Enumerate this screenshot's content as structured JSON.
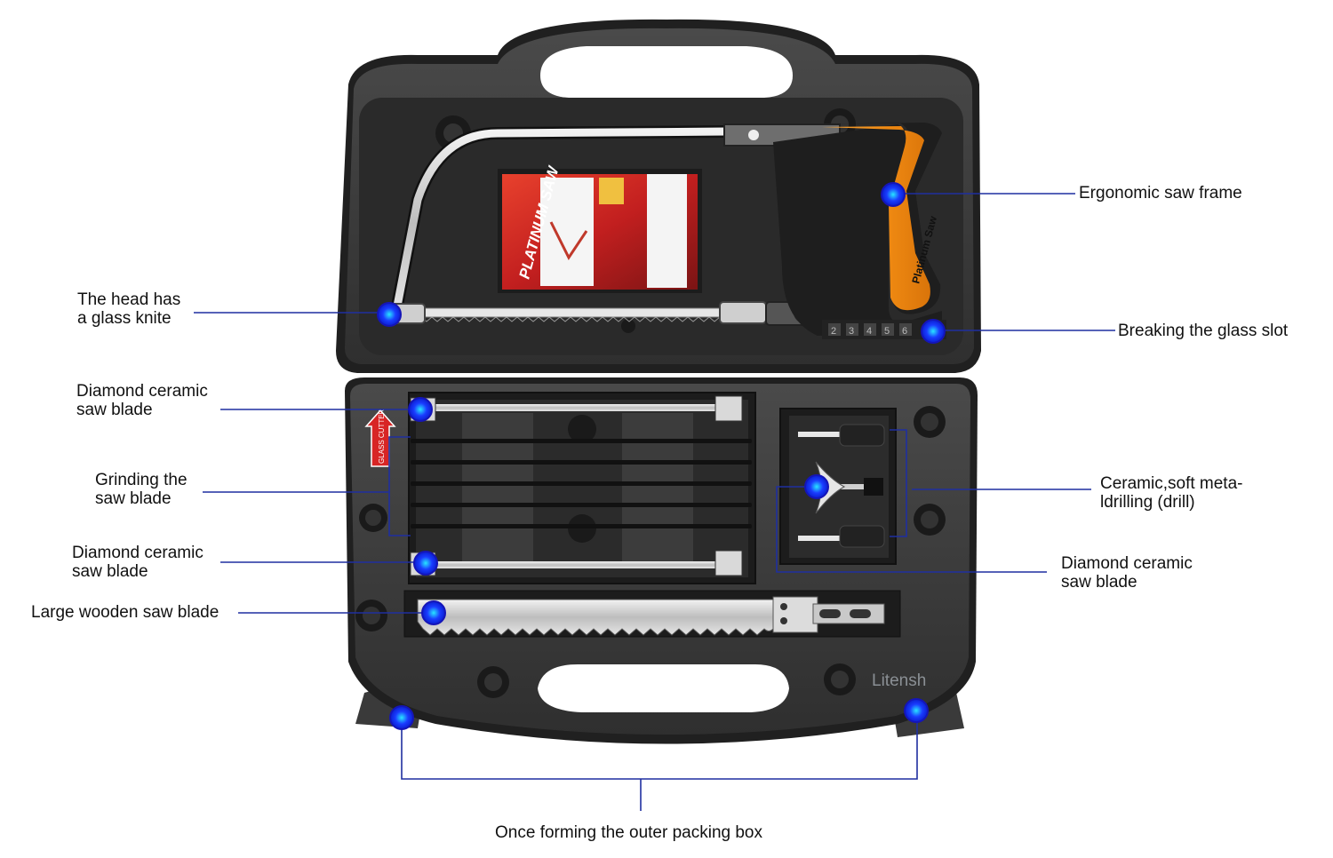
{
  "callouts": {
    "ergonomic_frame": "Ergonomic saw frame",
    "head_glass_knife": "The head has\na glass knite",
    "breaking_glass_slot": "Breaking the glass slot",
    "diamond_blade_top": "Diamond ceramic\nsaw blade",
    "grinding_blade": "Grinding the\nsaw blade",
    "ceramic_drill": "Ceramic,soft meta-\nldrilling (drill)",
    "diamond_blade_bottom": "Diamond ceramic\nsaw blade",
    "diamond_blade_right": "Diamond ceramic\nsaw blade",
    "wooden_blade": "Large wooden saw blade",
    "packing_box": "Once forming the outer packing box"
  },
  "product": {
    "card_title": "PLATINUM SAW",
    "handle_text": "Platinum Saw",
    "blade_sleeve_text": "GLASS CUTTER",
    "slot_numbers": [
      "2",
      "3",
      "4",
      "5",
      "6"
    ]
  },
  "watermark": "Litensh",
  "colors": {
    "case": "#3a3a3a",
    "handle": "#f39019",
    "callout_line": "#1f2fa0",
    "marker": "#1a3cff"
  }
}
